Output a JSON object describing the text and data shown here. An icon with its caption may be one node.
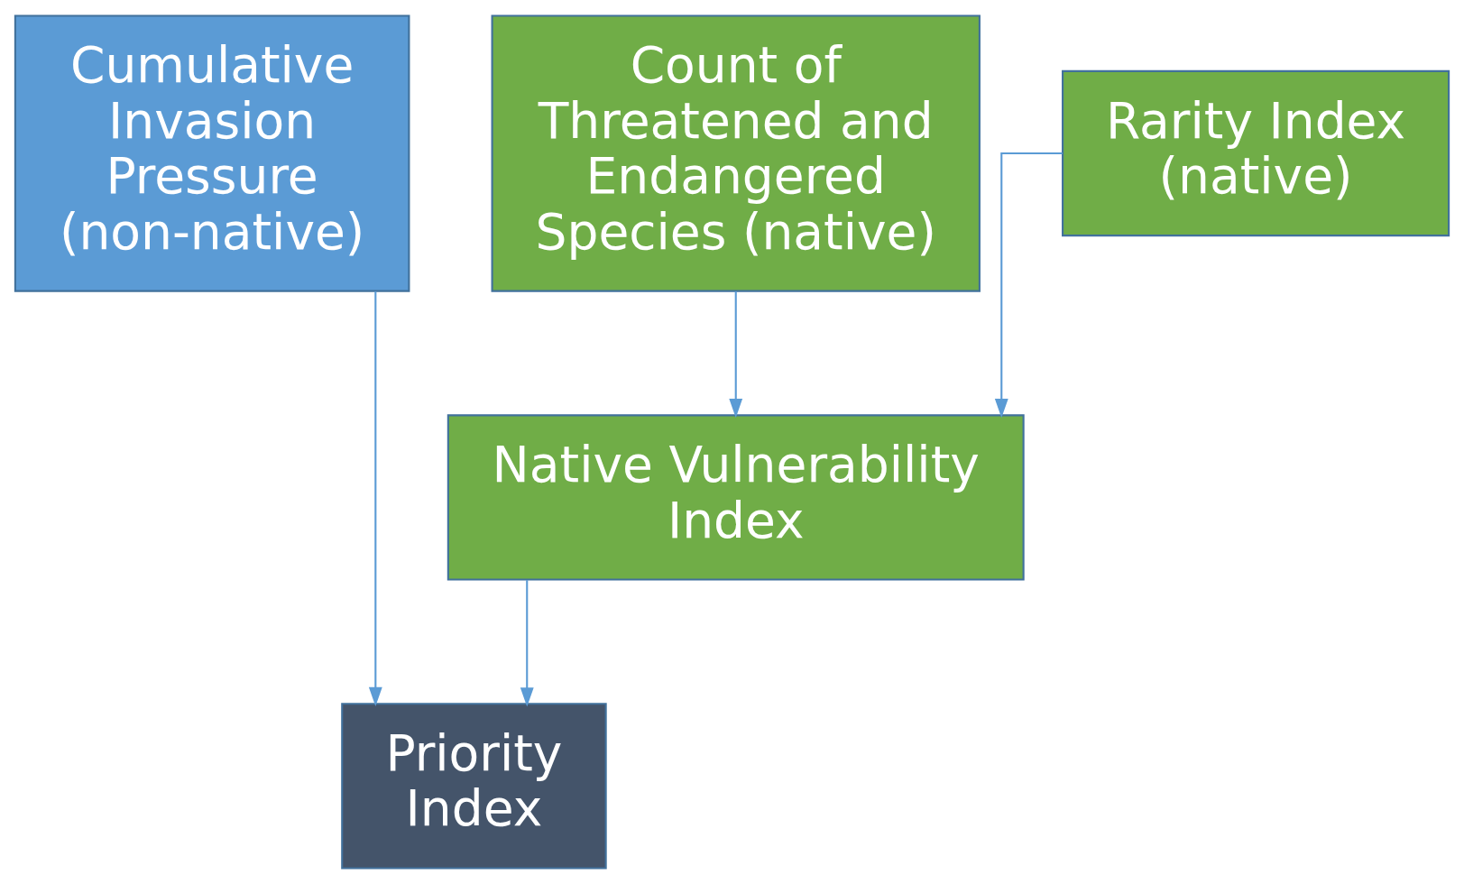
{
  "diagram": {
    "nodes": [
      {
        "text": [
          "Cumulative Invasion Pressure (non-native)"
        ]
      },
      {
        "text": [
          "Count of Threatened and Endangered Species (native)"
        ]
      },
      {
        "text": [
          "Rarity Index (native)"
        ]
      },
      {
        "text": [
          "Native Vulnerability Index"
        ]
      },
      {
        "text": [
          "Priority Index"
        ]
      }
    ],
    "edges": [
      {
        "from": 1,
        "to": 3,
        "arrow": "to"
      },
      {
        "from": 2,
        "to": 3,
        "arrow": "to"
      },
      {
        "from": 0,
        "to": 4,
        "arrow": "to"
      },
      {
        "from": 3,
        "to": 4,
        "arrow": "to"
      }
    ]
  }
}
